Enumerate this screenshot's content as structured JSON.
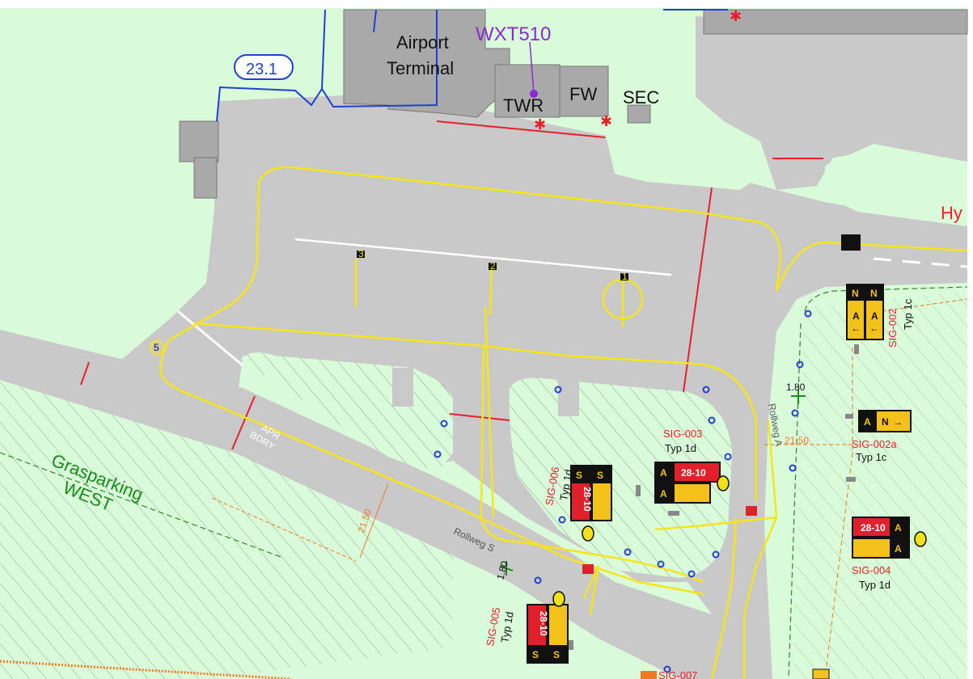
{
  "colors": {
    "grass": "#d9fbd9",
    "pavement": "#c9c9c9",
    "building": "#a9a9a9",
    "taxiline": "#f6e619",
    "boundary": "#e8202a",
    "fence": "#1f3fd6",
    "label_red": "#e8202a",
    "label_orange": "#f07820",
    "label_green": "#1a8a1a",
    "label_purple": "#8a2bd0",
    "sign_bg": "#111111",
    "sign_yellow": "#f2c21b",
    "sign_red": "#e0202a"
  },
  "buildings": {
    "terminal_line1": "Airport",
    "terminal_line2": "Terminal",
    "tower": "TWR",
    "fire": "FW",
    "security": "SEC"
  },
  "weather_station": "WXT510",
  "fence_marker": "23.1",
  "hy_label": "Hy",
  "apron_boundary_line1": "APR",
  "apron_boundary_line2": "BDRY",
  "grass_parking_line1": "Grasparking",
  "grass_parking_line2": "WEST",
  "taxiways": {
    "rollweg_a": "Rollweg A",
    "rollweg_s": "Rollweg S"
  },
  "distances": {
    "d1": "1.80",
    "d2": "21.50",
    "d3": "21.50",
    "d4": "1.80"
  },
  "stands": [
    "5",
    "3",
    "2",
    "1"
  ],
  "signs": [
    {
      "id": "SIG-002",
      "type": "Typ 1c"
    },
    {
      "id": "SIG-002a",
      "type": "Typ 1c"
    },
    {
      "id": "SIG-003",
      "type": "Typ 1d"
    },
    {
      "id": "SIG-004",
      "type": "Typ 1d"
    },
    {
      "id": "SIG-005",
      "type": "Typ 1d"
    },
    {
      "id": "SIG-006",
      "type": "Typ 1d"
    },
    {
      "id": "SIG-007"
    }
  ],
  "sign_panels": {
    "runway": "28-10",
    "taxi_a": "A",
    "taxi_n": "N",
    "taxi_s": "S",
    "arrow_right": "→",
    "arrow_left": "←"
  }
}
